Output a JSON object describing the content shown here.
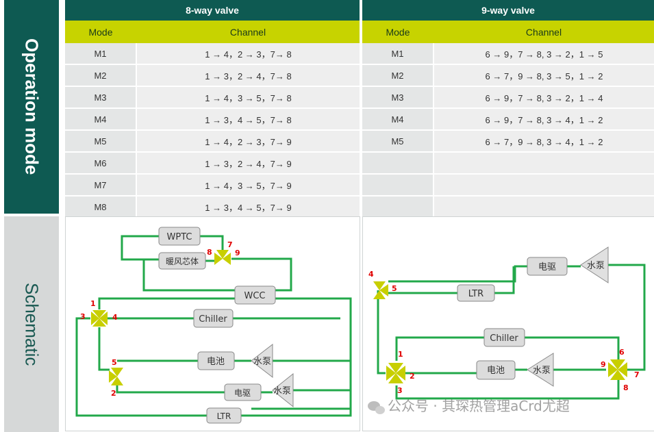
{
  "side_labels": {
    "operation": "Operation mode",
    "schematic": "Schematic"
  },
  "colors": {
    "header": "#0e5a52",
    "subheader": "#c7d300",
    "pipe": "#22a84a",
    "valve": "#c8cf00",
    "port_label": "#e00000"
  },
  "valve8": {
    "title": "8-way valve",
    "col_mode": "Mode",
    "col_channel": "Channel",
    "rows": [
      {
        "mode": "M1",
        "channel": "1 → 4，2 → 3，7→ 8"
      },
      {
        "mode": "M2",
        "channel": "1 → 3，2 → 4，7→ 8"
      },
      {
        "mode": "M3",
        "channel": "1 → 4，3 → 5，7→ 8"
      },
      {
        "mode": "M4",
        "channel": "1 → 3，4 → 5，7→ 8"
      },
      {
        "mode": "M5",
        "channel": "1 → 4，2 → 3，7→ 9"
      },
      {
        "mode": "M6",
        "channel": "1 → 3，2 → 4，7→ 9"
      },
      {
        "mode": "M7",
        "channel": "1 → 4，3 → 5，7→ 9"
      },
      {
        "mode": "M8",
        "channel": "1 → 3，4 → 5，7→ 9"
      }
    ]
  },
  "valve9": {
    "title": "9-way valve",
    "col_mode": "Mode",
    "col_channel": "Channel",
    "rows": [
      {
        "mode": "M1",
        "channel": "6 → 9，7 → 8, 3 → 2，1 → 5"
      },
      {
        "mode": "M2",
        "channel": "6 → 7，9 → 8, 3 → 5，1 → 2"
      },
      {
        "mode": "M3",
        "channel": "6 → 9，7 → 8, 3 → 2，1 → 4"
      },
      {
        "mode": "M4",
        "channel": "6 → 9，7 → 8, 3 → 4，1 → 2"
      },
      {
        "mode": "M5",
        "channel": "6 → 7，9 → 8, 3 → 4，1 → 2"
      },
      {
        "mode": "",
        "channel": ""
      },
      {
        "mode": "",
        "channel": ""
      },
      {
        "mode": "",
        "channel": ""
      }
    ]
  },
  "schematic_left": {
    "wptc": "WPTC",
    "heater_core": "暖风芯体",
    "wcc": "WCC",
    "chiller": "Chiller",
    "battery": "电池",
    "drive": "电驱",
    "ltr": "LTR",
    "pump1": "水泵",
    "pump2": "水泵",
    "ports": {
      "p1": "1",
      "p2": "2",
      "p3": "3",
      "p4": "4",
      "p5": "5",
      "p7": "7",
      "p8": "8",
      "p9": "9"
    }
  },
  "schematic_right": {
    "drive": "电驱",
    "pump_top": "水泵",
    "ltr": "LTR",
    "chiller": "Chiller",
    "battery": "电池",
    "pump_bottom": "水泵",
    "ports": {
      "p1": "1",
      "p2": "2",
      "p3": "3",
      "p4": "4",
      "p5": "5",
      "p6": "6",
      "p7": "7",
      "p8": "8",
      "p9": "9"
    }
  },
  "watermark": "公众号 · 其琛热管理aCrd尤超"
}
